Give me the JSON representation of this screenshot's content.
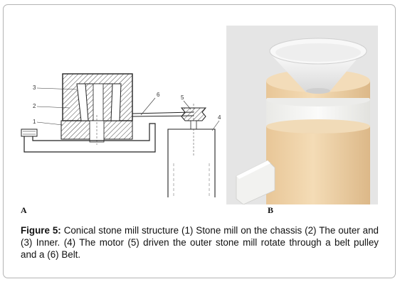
{
  "panel_a": {
    "letter": "A",
    "callouts": [
      "1",
      "2",
      "3",
      "4",
      "5",
      "6"
    ]
  },
  "panel_b": {
    "letter": "B"
  },
  "caption": {
    "label": "Figure 5:",
    "text": " Conical stone mill structure (1) Stone mill on the chassis (2) The outer and (3) Inner. (4) The motor (5) driven the outer stone mill rotate through a belt pulley and a (6) Belt."
  },
  "colors": {
    "frame_border": "#b4b4b4",
    "wood": "#f0d7b0",
    "wood_dark": "#e3c293",
    "white_band": "#f7f7f5",
    "photo_bg": "#e5e5e5"
  }
}
